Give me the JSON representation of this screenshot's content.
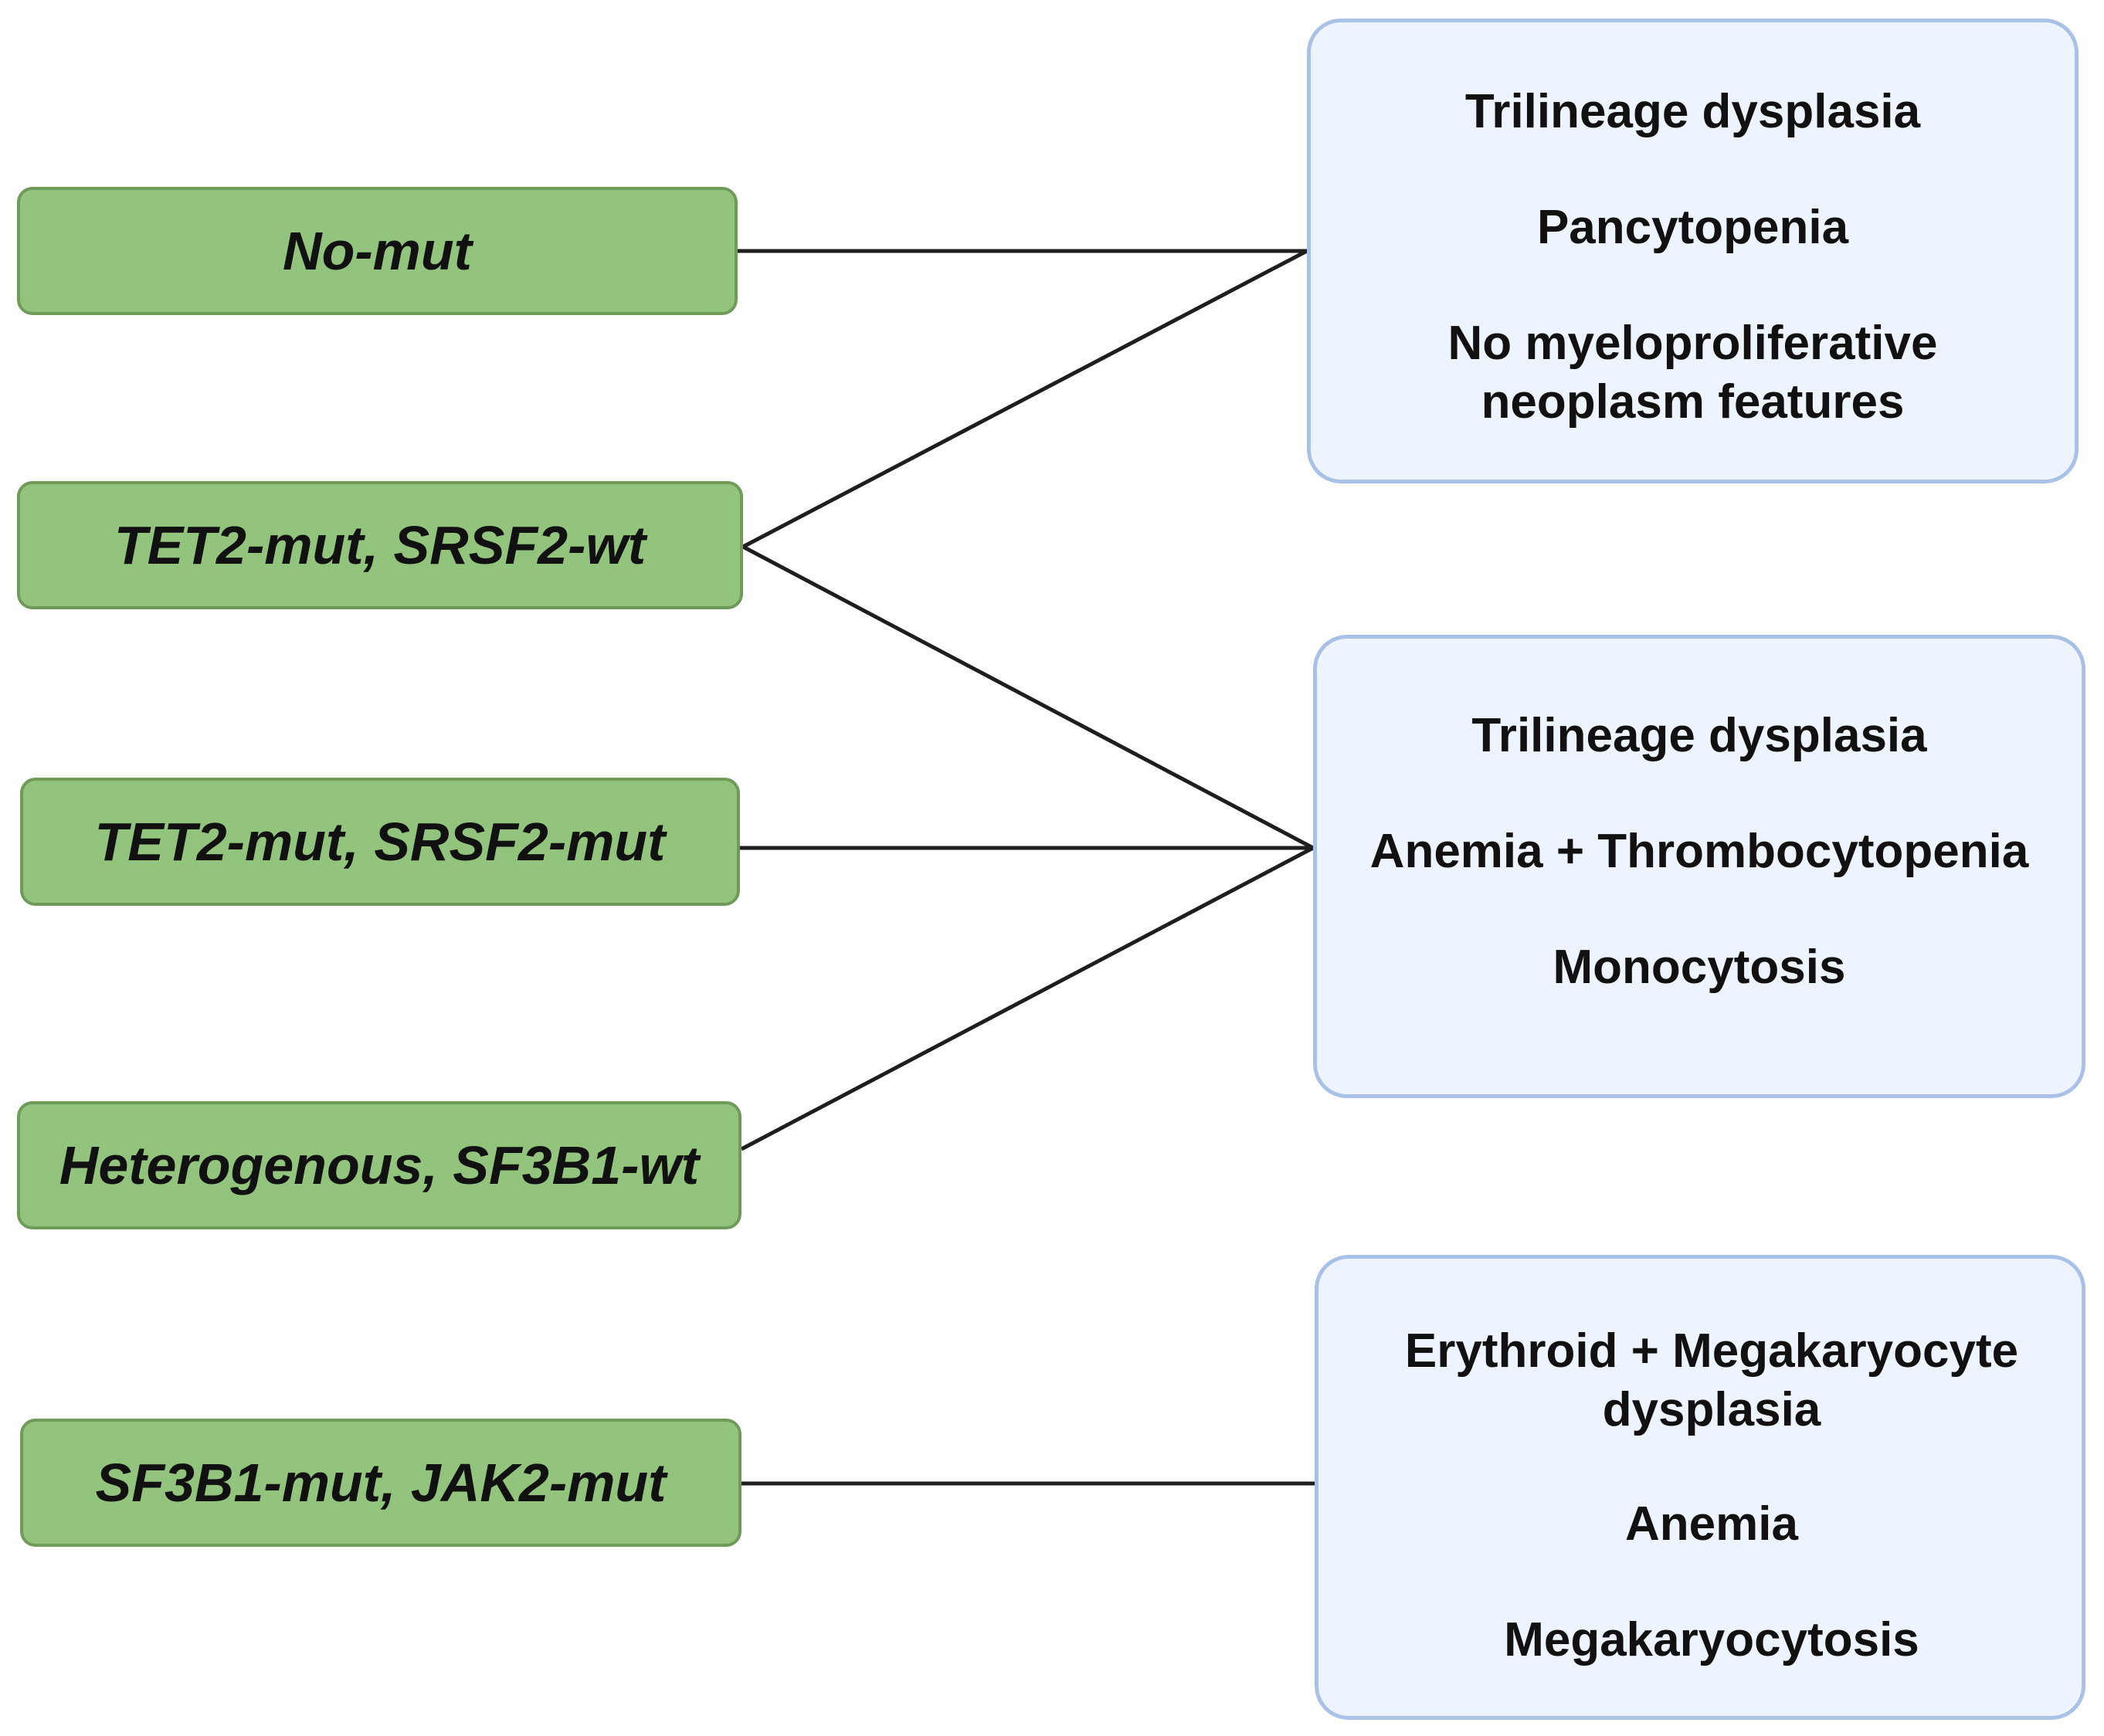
{
  "genotypes": [
    {
      "id": "no-mut",
      "label": "No-mut"
    },
    {
      "id": "tet2-mut-srsf2-wt",
      "label": "TET2-mut, SRSF2-wt"
    },
    {
      "id": "tet2-mut-srsf2-mut",
      "label": "TET2-mut, SRSF2-mut"
    },
    {
      "id": "heterogenous-sf3b1-wt",
      "label": "Heterogenous, SF3B1-wt"
    },
    {
      "id": "sf3b1-mut-jak2-mut",
      "label": "SF3B1-mut, JAK2-mut"
    }
  ],
  "phenotypes": [
    {
      "id": "phenotype-1",
      "lines": [
        "Trilineage dysplasia",
        "Pancytopenia",
        "No myeloproliferative\nneoplasm features"
      ]
    },
    {
      "id": "phenotype-2",
      "lines": [
        "Trilineage dysplasia",
        "Anemia + Thrombocytopenia",
        "Monocytosis"
      ]
    },
    {
      "id": "phenotype-3",
      "lines": [
        "Erythroid + Megakaryocyte\ndysplasia",
        "Anemia",
        "Megakaryocytosis"
      ]
    }
  ],
  "connections": [
    {
      "from": "no-mut",
      "to": "phenotype-1"
    },
    {
      "from": "tet2-mut-srsf2-wt",
      "to": "phenotype-1"
    },
    {
      "from": "tet2-mut-srsf2-wt",
      "to": "phenotype-2"
    },
    {
      "from": "tet2-mut-srsf2-mut",
      "to": "phenotype-2"
    },
    {
      "from": "heterogenous-sf3b1-wt",
      "to": "phenotype-2"
    },
    {
      "from": "sf3b1-mut-jak2-mut",
      "to": "phenotype-3"
    }
  ],
  "colors": {
    "genotype_fill": "#93c47d",
    "genotype_border": "#6f9a5a",
    "phenotype_fill": "#eef4fd",
    "phenotype_border": "#a9c1e6",
    "connector": "#1e1e1e"
  }
}
